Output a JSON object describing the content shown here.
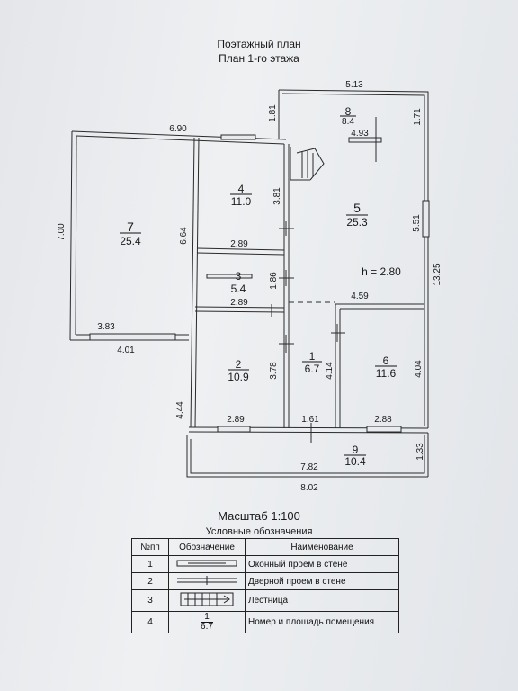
{
  "header": {
    "title": "Поэтажный план",
    "subtitle": "План 1-го этажа"
  },
  "rooms": [
    {
      "number": "1",
      "area": "6.7"
    },
    {
      "number": "2",
      "area": "10.9"
    },
    {
      "number": "3",
      "area": "5.4"
    },
    {
      "number": "4",
      "area": "11.0"
    },
    {
      "number": "5",
      "area": "25.3"
    },
    {
      "number": "6",
      "area": "11.6"
    },
    {
      "number": "7",
      "area": "25.4"
    },
    {
      "number": "8",
      "area": "8.4"
    },
    {
      "number": "9",
      "area": "10.4"
    }
  ],
  "ceiling_height": "h = 2.80",
  "dimensions": {
    "d_690": "6.90",
    "d_513": "5.13",
    "d_181": "1.81",
    "d_171": "1.71",
    "d_493": "4.93",
    "d_700": "7.00",
    "d_664": "6.64",
    "d_381": "3.81",
    "d_289a": "2.89",
    "d_551": "5.51",
    "d_186": "1.86",
    "d_289b": "2.89",
    "d_459": "4.59",
    "d_1325": "13.25",
    "d_383": "3.83",
    "d_401": "4.01",
    "d_378": "3.78",
    "d_414": "4.14",
    "d_404": "4.04",
    "d_444": "4.44",
    "d_289c": "2.89",
    "d_161": "1.61",
    "d_288": "2.88",
    "d_133": "1.33",
    "d_782": "7.82",
    "d_802": "8.02"
  },
  "scale": "Масштаб 1:100",
  "legend": {
    "title": "Условные обозначения",
    "headers": [
      "№пп",
      "Обозначение",
      "Наименование"
    ],
    "rows": [
      {
        "num": "1",
        "name": "Оконный проем в стене"
      },
      {
        "num": "2",
        "name": "Дверной проем в стене"
      },
      {
        "num": "3",
        "name": "Лестница"
      },
      {
        "num": "4",
        "name": "Номер и площадь помещения",
        "symbol_num": "1",
        "symbol_area": "6.7"
      }
    ]
  }
}
